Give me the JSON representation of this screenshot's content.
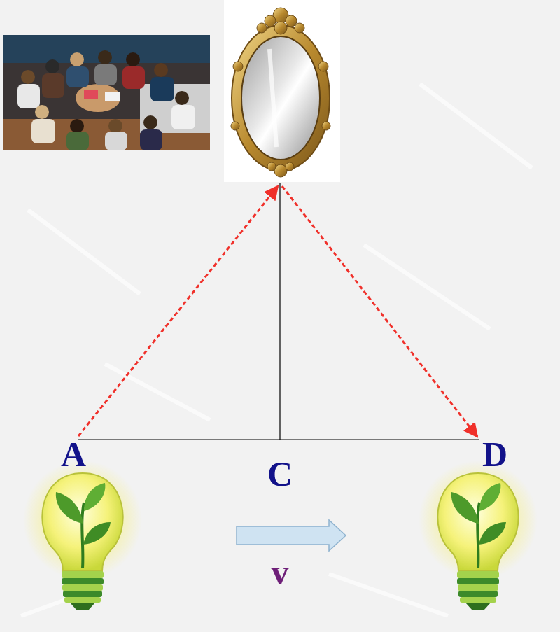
{
  "diagram": {
    "labels": [
      "A",
      "C",
      "D",
      "v"
    ]
  }
}
